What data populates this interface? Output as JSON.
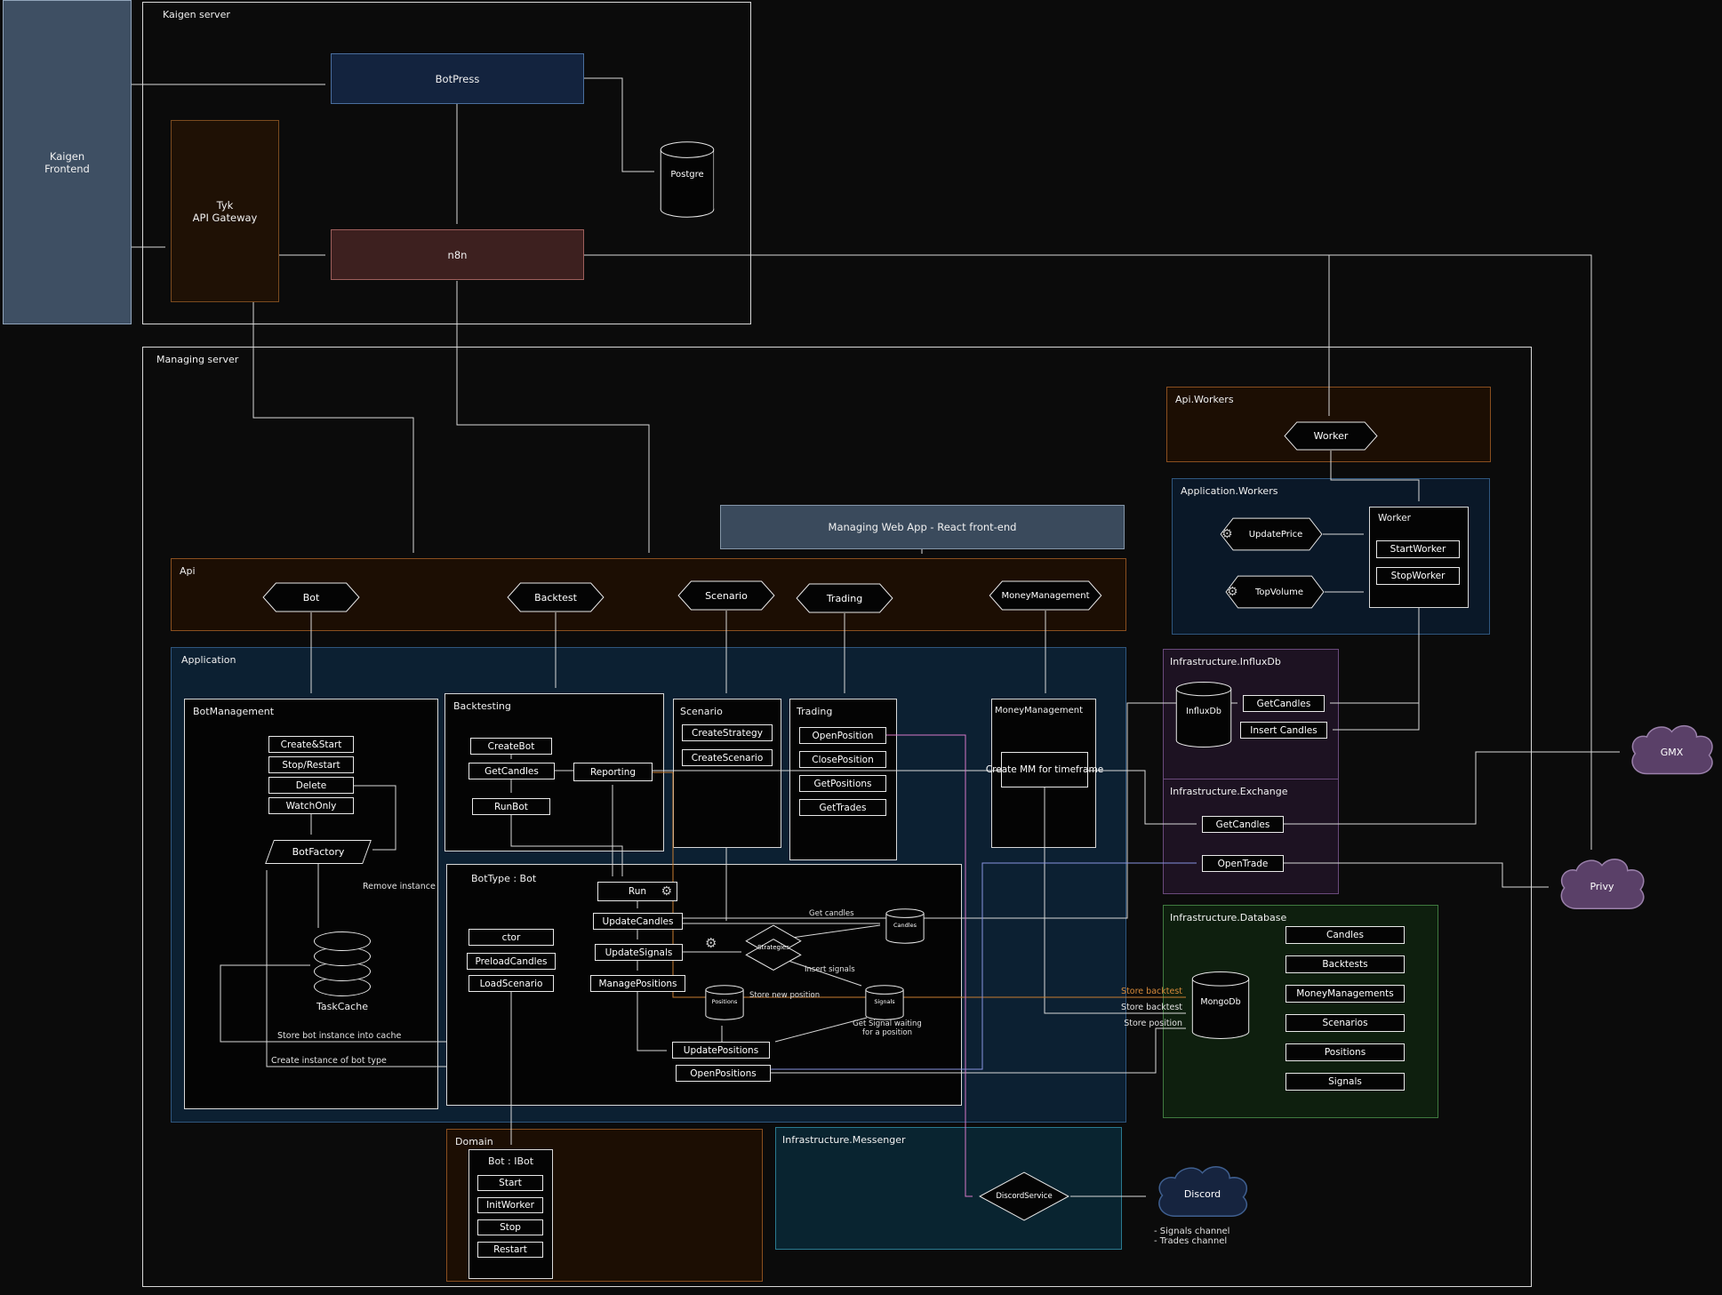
{
  "frontend": {
    "label": "Kaigen\nFrontend"
  },
  "kaigen": {
    "label": "Kaigen server",
    "botpress": "BotPress",
    "tyk": "Tyk\nAPI Gateway",
    "n8n": "n8n",
    "postgre": "Postgre"
  },
  "managing": {
    "label": "Managing server",
    "api_workers": {
      "label": "Api.Workers",
      "worker": "Worker"
    },
    "app_workers": {
      "label": "Application.Workers",
      "update_price": "UpdatePrice",
      "top_volume": "TopVolume",
      "worker_label": "Worker",
      "start_worker": "StartWorker",
      "stop_worker": "StopWorker"
    },
    "web_app": {
      "label": "Managing Web App - React front-end"
    },
    "api": {
      "label": "Api",
      "bot": "Bot",
      "backtest": "Backtest",
      "scenario": "Scenario",
      "trading": "Trading",
      "money_management": "MoneyManagement"
    },
    "application": {
      "label": "Application",
      "bot_management": {
        "label": "BotManagement",
        "create_start": "Create&Start",
        "stop_restart": "Stop/Restart",
        "delete": "Delete",
        "watch_only": "WatchOnly",
        "bot_factory": "BotFactory",
        "task_cache": "TaskCache",
        "remove_instance": "Remove instance",
        "store_cache": "Store bot instance into cache",
        "create_instance": "Create instance of bot type"
      },
      "backtesting": {
        "label": "Backtesting",
        "create_bot": "CreateBot",
        "get_candles": "GetCandles",
        "run_bot": "RunBot",
        "reporting": "Reporting"
      },
      "scenario": {
        "label": "Scenario",
        "create_strategy": "CreateStrategy",
        "create_scenario": "CreateScenario"
      },
      "trading": {
        "label": "Trading",
        "open_position": "OpenPosition",
        "close_position": "ClosePosition",
        "get_positions": "GetPositions",
        "get_trades": "GetTrades"
      },
      "money_management": {
        "label": "MoneyManagement",
        "create_mm": "Create MM for\ntimeframe"
      },
      "bot_type": {
        "label": "BotType : Bot",
        "run": "Run",
        "update_candles": "UpdateCandles",
        "update_signals": "UpdateSignals",
        "manage_positions": "ManagePositions",
        "ctor": "ctor",
        "preload_candles": "PreloadCandles",
        "load_scenario": "LoadScenario",
        "update_positions": "UpdatePositions",
        "open_positions": "OpenPositions",
        "strategies": "Strategies",
        "candles": "Candles",
        "signals": "Signals",
        "positions": "Positions",
        "get_candles_note": "Get candles",
        "insert_signals_note": "Insert signals",
        "store_new_position_note": "Store new position",
        "get_signal_note": "Get Signal waiting\nfor a position"
      }
    },
    "infra_influx": {
      "label": "Infrastructure.InfluxDb",
      "influxdb": "InfluxDb",
      "get_candles": "GetCandles",
      "insert_candles": "Insert Candles"
    },
    "infra_exchange": {
      "label": "Infrastructure.Exchange",
      "get_candles": "GetCandles",
      "open_trade": "OpenTrade"
    },
    "infra_database": {
      "label": "Infrastructure.Database",
      "mongodb": "MongoDb",
      "candles": "Candles",
      "backtests": "Backtests",
      "money_managements": "MoneyManagements",
      "scenarios": "Scenarios",
      "positions": "Positions",
      "signals": "Signals",
      "store_backtest_1": "Store backtest",
      "store_backtest_2": "Store backtest",
      "store_position": "Store position"
    },
    "domain": {
      "label": "Domain",
      "bot_ibot": "Bot : IBot",
      "start": "Start",
      "init_worker": "InitWorker",
      "stop": "Stop",
      "restart": "Restart"
    },
    "infra_messenger": {
      "label": "Infrastructure.Messenger",
      "discord_service": "DiscordService"
    }
  },
  "external": {
    "gmx": "GMX",
    "privy": "Privy",
    "discord": "Discord",
    "discord_channels": "- Signals channel\n- Trades channel"
  },
  "icons": {
    "gear": "⚙"
  },
  "colors": {
    "accent_orange": "#c87c30",
    "accent_pink": "#d678c8",
    "accent_blue": "#8893e0",
    "container_brown": "#1c0e03",
    "container_navy": "#0c2032",
    "infra_purple": "#1d1222",
    "infra_green": "#0e1f0e",
    "messenger_teal": "#092430",
    "frontend_slate": "#3e4f63"
  }
}
